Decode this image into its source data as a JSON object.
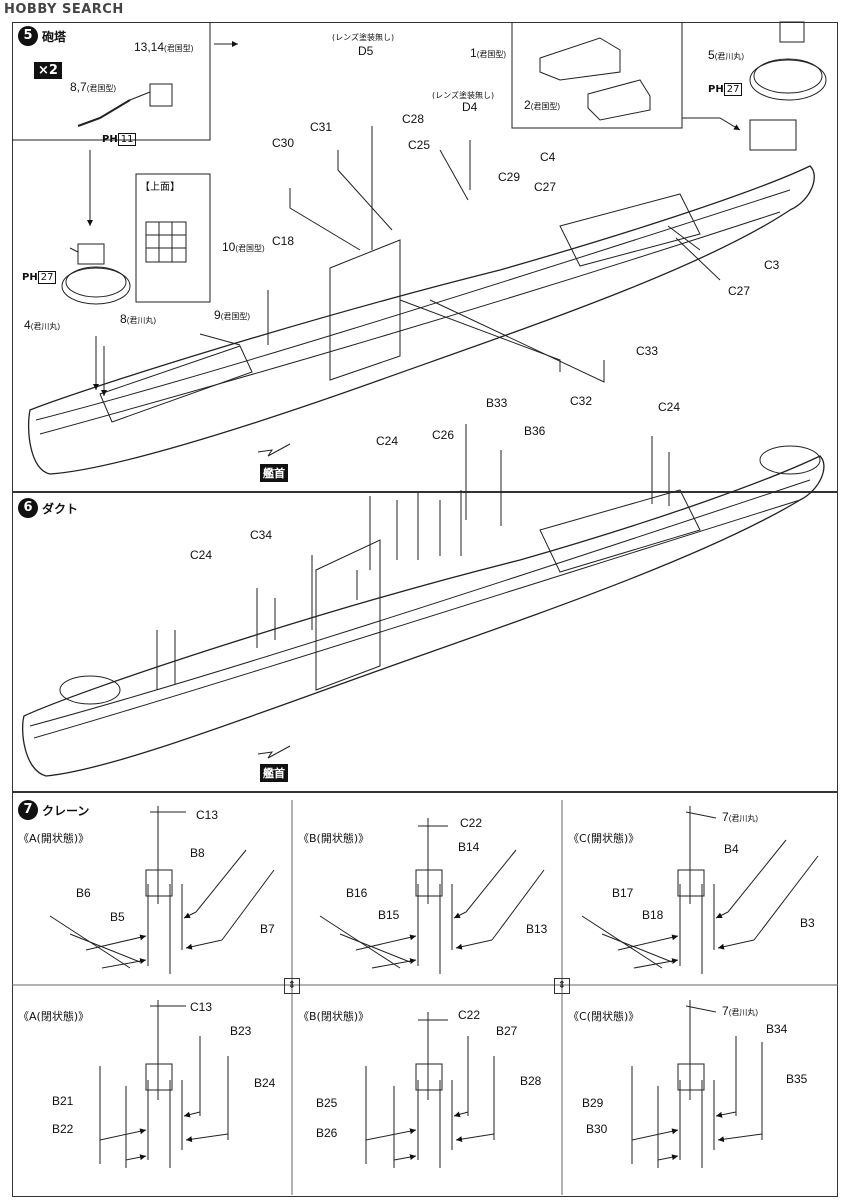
{
  "watermark": "HOBBY SEARCH",
  "step5": {
    "number": "5",
    "title": "砲塔",
    "times": "×2",
    "parts_1314": "13,14",
    "parts_1314_note": "(君国型)",
    "parts_87": "8,7",
    "parts_87_note": "(君国型)",
    "ph11_prefix": "PH",
    "ph11_num": "11",
    "inset_label": "【上面】",
    "ph27_prefix": "PH",
    "ph27_num": "27",
    "part4": "4",
    "part4_note": "(君川丸)",
    "part8": "8",
    "part8_note": "(君川丸)",
    "part10": "10",
    "part10_note": "(君国型)",
    "part9": "9",
    "part9_note": "(君国型)",
    "lens1": "(レンズ塗装無し)",
    "D5": "D5",
    "lens2": "(レンズ塗装無し)",
    "D4": "D4",
    "C28": "C28",
    "C25": "C25",
    "C29": "C29",
    "C30": "C30",
    "C31": "C31",
    "C18": "C18",
    "C4": "C4",
    "C27a": "C27",
    "C27b": "C27",
    "C3": "C3",
    "C32": "C32",
    "C33": "C33",
    "part1": "1",
    "part1_note": "(君国型)",
    "part2": "2",
    "part2_note": "(君国型)",
    "part5": "5",
    "part5_note": "(君川丸)",
    "ph27b_prefix": "PH",
    "ph27b_num": "27",
    "bow": "艦首"
  },
  "step6": {
    "number": "6",
    "title": "ダクト",
    "B33": "B33",
    "B36": "B36",
    "C24_a": "C24",
    "C26": "C26",
    "C24_b": "C24",
    "C34": "C34",
    "C24_c": "C24",
    "bow": "艦首"
  },
  "step7": {
    "number": "7",
    "title": "クレーン",
    "A_open": "《A(開状態)》",
    "B_open": "《B(開状態)》",
    "C_open": "《C(開状態)》",
    "A_closed": "《A(閉状態)》",
    "B_closed": "《B(閉状態)》",
    "C_closed": "《C(閉状態)》",
    "A_open_parts": {
      "top": "C13",
      "p1": "B8",
      "p2": "B6",
      "p3": "B5",
      "p4": "B7"
    },
    "B_open_parts": {
      "top": "C22",
      "p1": "B14",
      "p2": "B16",
      "p3": "B15",
      "p4": "B13"
    },
    "C_open_parts": {
      "top": "7",
      "top_note": "(君川丸)",
      "p1": "B4",
      "p2": "B17",
      "p3": "B18",
      "p4": "B3"
    },
    "A_closed_parts": {
      "top": "C13",
      "p1": "B23",
      "p2": "B21",
      "p3": "B24",
      "p4": "B22"
    },
    "B_closed_parts": {
      "top": "C22",
      "p1": "B27",
      "p2": "B25",
      "p3": "B28",
      "p4": "B26"
    },
    "C_closed_parts": {
      "top": "7",
      "top_note": "(君川丸)",
      "p1": "B34",
      "p2": "B29",
      "p3": "B35",
      "p4": "B30"
    }
  }
}
